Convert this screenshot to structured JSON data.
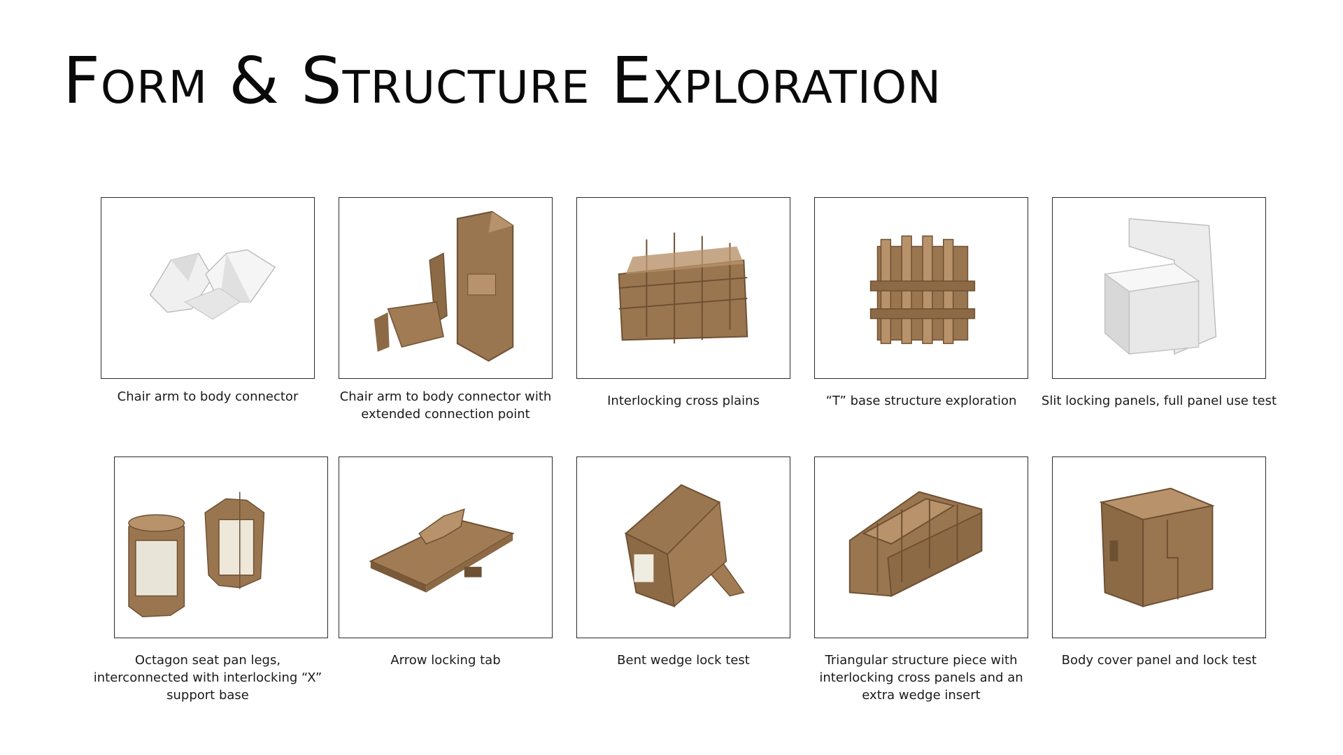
{
  "slide": {
    "title": "Form & Structure Exploration"
  },
  "colors": {
    "cardboard": "#9a7650",
    "cardboard_dark": "#6e5033",
    "cardboard_light": "#b8926a",
    "paper": "#f2f2f2",
    "paper_shadow": "#cfcfcf",
    "frame_border": "#2a2a2a"
  },
  "models": [
    {
      "caption": "Chair arm to body connector",
      "material": "paper"
    },
    {
      "caption": "Chair arm to body connector with extended connection point",
      "material": "cardboard"
    },
    {
      "caption": "Interlocking cross plains",
      "material": "cardboard"
    },
    {
      "caption": "“T” base structure exploration",
      "material": "cardboard"
    },
    {
      "caption": "Slit locking panels, full panel use test",
      "material": "paper"
    },
    {
      "caption": "Octagon seat pan legs, interconnected with interlocking “X” support base",
      "material": "cardboard"
    },
    {
      "caption": "Arrow locking tab",
      "material": "cardboard"
    },
    {
      "caption": "Bent wedge lock test",
      "material": "cardboard"
    },
    {
      "caption": "Triangular structure piece with interlocking cross panels and an extra wedge insert",
      "material": "cardboard"
    },
    {
      "caption": "Body cover panel and lock test",
      "material": "cardboard"
    }
  ]
}
